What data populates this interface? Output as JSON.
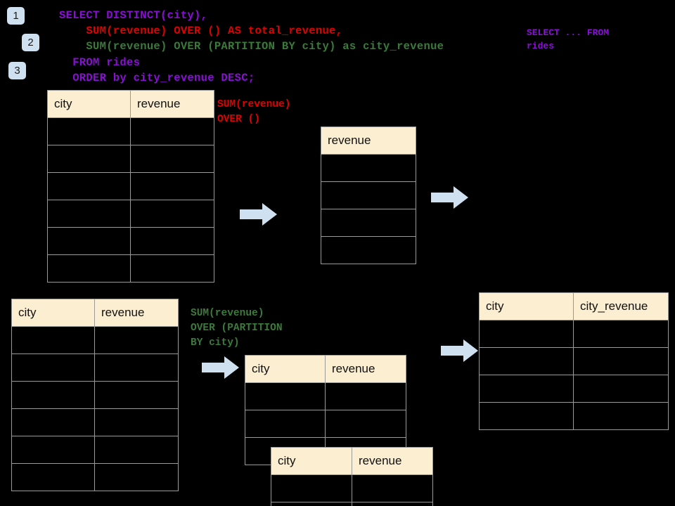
{
  "steps": [
    {
      "label": "1"
    },
    {
      "label": "2"
    },
    {
      "label": "3"
    }
  ],
  "query": {
    "line1": "SELECT DISTINCT(city),",
    "line2": "    SUM(revenue) OVER () AS total_revenue,",
    "line3": "    SUM(revenue) OVER (PARTITION BY city) as city_revenue",
    "line4": "  FROM rides",
    "line5": "  ORDER by city_revenue DESC;"
  },
  "annotations": {
    "source": "SELECT ... FROM\nrides",
    "total_window": "SUM(revenue)\nOVER ()",
    "partition_window": "SUM(revenue)\nOVER (PARTITION\nBY city)"
  },
  "colors": {
    "purple": "#8a0fd6",
    "red": "#e00000",
    "green": "#3c7a3c",
    "header_bg": "#fceed0",
    "arrow": "#cfe0f0",
    "grid": "#9a9a9a",
    "background": "#000000"
  },
  "tables": {
    "rides_top": {
      "name": "rides-source-table",
      "columns": [
        "city",
        "revenue"
      ],
      "row_count": 6,
      "rows": [
        [
          "",
          ""
        ],
        [
          "",
          ""
        ],
        [
          "",
          ""
        ],
        [
          "",
          ""
        ],
        [
          "",
          ""
        ],
        [
          "",
          ""
        ]
      ]
    },
    "total_revenue": {
      "name": "total-revenue-table",
      "columns": [
        "revenue"
      ],
      "row_count": 4,
      "rows": [
        [
          ""
        ],
        [
          ""
        ],
        [
          ""
        ],
        [
          ""
        ]
      ]
    },
    "rides_bottom": {
      "name": "rides-source-table-partitioned",
      "columns": [
        "city",
        "revenue"
      ],
      "row_count": 6,
      "rows": [
        [
          "",
          ""
        ],
        [
          "",
          ""
        ],
        [
          "",
          ""
        ],
        [
          "",
          ""
        ],
        [
          "",
          ""
        ],
        [
          "",
          ""
        ]
      ]
    },
    "partition_back": {
      "name": "partition-group-table-back",
      "columns": [
        "city",
        "revenue"
      ],
      "row_count": 3,
      "rows": [
        [
          "",
          ""
        ],
        [
          "",
          ""
        ],
        [
          "",
          ""
        ]
      ]
    },
    "partition_front": {
      "name": "partition-group-table-front",
      "columns": [
        "city",
        "revenue"
      ],
      "row_count": 2,
      "rows": [
        [
          "",
          ""
        ],
        [
          "",
          ""
        ]
      ]
    },
    "result": {
      "name": "city-revenue-result-table",
      "columns": [
        "city",
        "city_revenue"
      ],
      "row_count": 4,
      "rows": [
        [
          "",
          ""
        ],
        [
          "",
          ""
        ],
        [
          "",
          ""
        ],
        [
          "",
          ""
        ]
      ]
    }
  },
  "arrows": [
    {
      "name": "arrow-rides-to-total"
    },
    {
      "name": "arrow-total-to-result"
    },
    {
      "name": "arrow-rides-to-partition"
    },
    {
      "name": "arrow-partition-to-result"
    }
  ]
}
